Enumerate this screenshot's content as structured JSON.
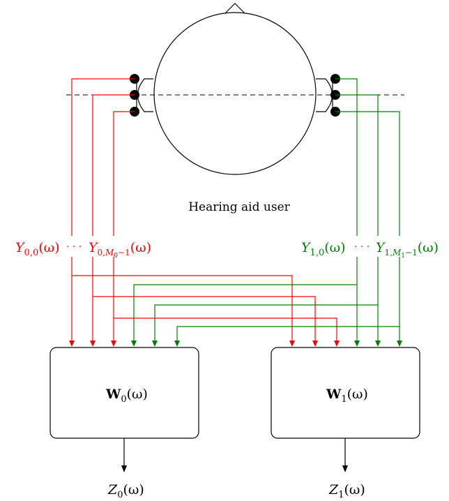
{
  "caption": "Hearing aid user",
  "left_signals": {
    "first": {
      "sym": "Y",
      "sub": "0,0",
      "arg": "(ω)"
    },
    "dots": "· · ·",
    "last": {
      "sym": "Y",
      "sub": "0,",
      "sub_m": "M",
      "sub_m_sub": "0",
      "sub_tail": "−1",
      "arg": "(ω)"
    }
  },
  "right_signals": {
    "first": {
      "sym": "Y",
      "sub": "1,0",
      "arg": "(ω)"
    },
    "dots": "· · ·",
    "last": {
      "sym": "Y",
      "sub": "1,",
      "sub_m": "M",
      "sub_m_sub": "1",
      "sub_tail": "−1",
      "arg": "(ω)"
    }
  },
  "filters": [
    {
      "sym": "W",
      "sub": "0",
      "arg": "(ω)"
    },
    {
      "sym": "W",
      "sub": "1",
      "arg": "(ω)"
    }
  ],
  "outputs": [
    {
      "sym": "Z",
      "sub": "0",
      "arg": "(ω)"
    },
    {
      "sym": "Z",
      "sub": "1",
      "arg": "(ω)"
    }
  ],
  "colors": {
    "left": "#ff0000",
    "right": "#008000",
    "ink": "#000000"
  }
}
